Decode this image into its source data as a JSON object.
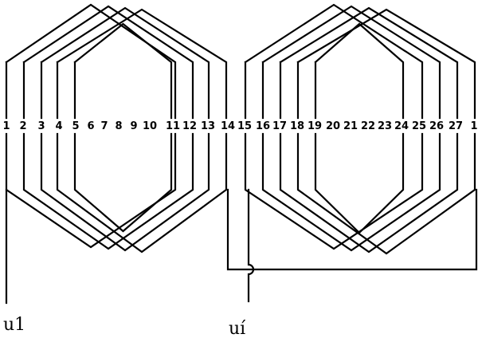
{
  "slot_labels": [
    "1",
    "2",
    "3",
    "4",
    "5",
    "6",
    "7",
    "8",
    "9",
    "10",
    "11",
    "12",
    "13",
    "14",
    "15",
    "16",
    "17",
    "18",
    "19",
    "20",
    "21",
    "22",
    "23",
    "24",
    "25",
    "26",
    "27",
    "1"
  ],
  "terminals": {
    "start": "u1",
    "end": "uí"
  },
  "line_color": "#000000",
  "background_color": "#ffffff"
}
